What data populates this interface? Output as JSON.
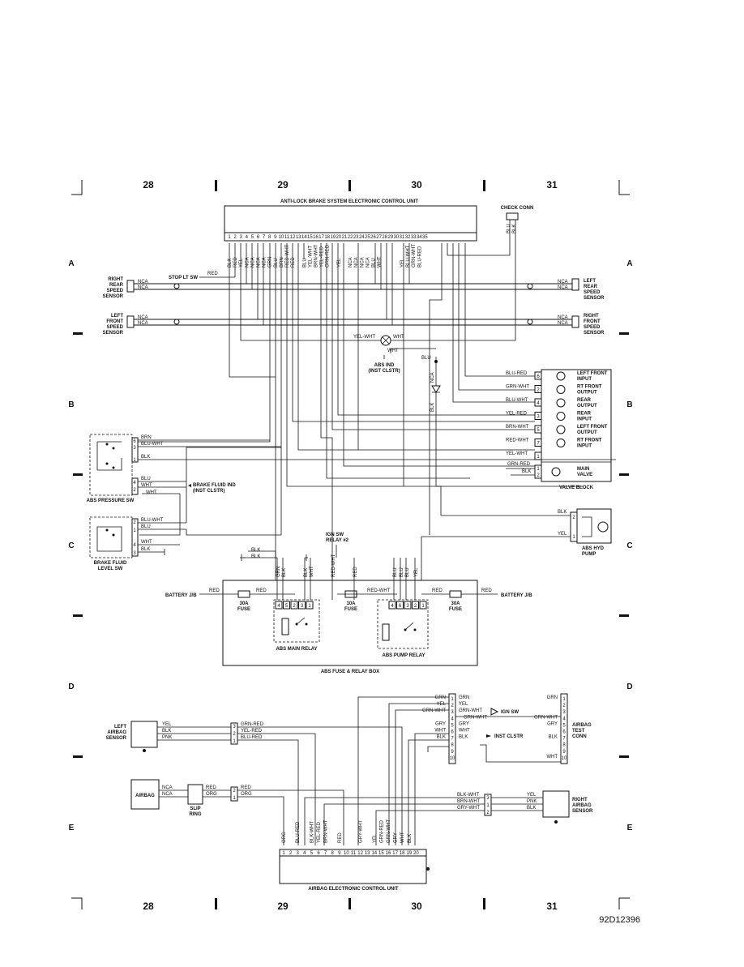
{
  "frame": {
    "zones": [
      "28",
      "29",
      "30",
      "31"
    ],
    "rows": [
      "A",
      "B",
      "C",
      "D",
      "E"
    ],
    "drawing_id": "92D12396"
  },
  "abs_ecu": {
    "title": "ANTI-LOCK BRAKE SYSTEM ELECTRONIC CONTROL UNIT",
    "pins": [
      "1",
      "2",
      "3",
      "4",
      "5",
      "6",
      "7",
      "8",
      "9",
      "10",
      "11",
      "12",
      "13",
      "14",
      "15",
      "16",
      "17",
      "18",
      "19",
      "20",
      "21",
      "22",
      "23",
      "24",
      "25",
      "26",
      "27",
      "28",
      "29",
      "30",
      "31",
      "32",
      "33",
      "34",
      "35"
    ],
    "wire_colors": [
      "BLK",
      "RED",
      "YEL",
      "NCA",
      "NCA",
      "NCA",
      "NCA",
      "GRN",
      "BLU",
      "BRN",
      "RED-WHT",
      "RED",
      "",
      "BLU",
      "YEL-WHT",
      "BRN-WHT",
      "YEL-RED",
      "GRN-RED",
      "",
      "YEL",
      "",
      "NCA",
      "NCA",
      "NCA",
      "NCA",
      "BLU",
      "WHT",
      "",
      "",
      "",
      "YEL",
      "BLU-WHT",
      "GRN-WHT",
      "BLU-RED",
      ""
    ]
  },
  "check_conn": {
    "label": "CHECK CONN",
    "wires": [
      "BLU",
      "BLK"
    ]
  },
  "sensors": {
    "right_rear": {
      "label": [
        "RIGHT",
        "REAR",
        "SPEED",
        "SENSOR"
      ],
      "wires": [
        "NCA",
        "NCA"
      ]
    },
    "left_front": {
      "label": [
        "LEFT",
        "FRONT",
        "SPEED",
        "SENSOR"
      ],
      "wires": [
        "NCA",
        "NCA"
      ]
    },
    "left_rear": {
      "label": [
        "LEFT",
        "REAR",
        "SPEED",
        "SENSOR"
      ],
      "wires": [
        "NCA",
        "NCA"
      ]
    },
    "right_front": {
      "label": [
        "RIGHT",
        "FRONT",
        "SPEED",
        "SENSOR"
      ],
      "wires": [
        "NCA",
        "NCA"
      ]
    }
  },
  "stop_lt_sw": {
    "label": "STOP LT SW",
    "wire": "RED"
  },
  "abs_ind": {
    "label": [
      "ABS IND",
      "(INST CLSTR)"
    ],
    "wires": [
      "YEL-WHT",
      "WHT",
      "WHT"
    ]
  },
  "blu_wire": "BLU",
  "nca_diode": "NCA",
  "blk_diode": "BLK",
  "valve_block": {
    "label": "VALVE BLOCK",
    "rows": [
      {
        "pin": "6",
        "wire": "BLU-RED",
        "name": [
          "LEFT FRONT",
          "INPUT"
        ]
      },
      {
        "pin": "2",
        "wire": "GRN-WHT",
        "name": [
          "RT FRONT",
          "OUTPUT"
        ]
      },
      {
        "pin": "4",
        "wire": "BLU-WHT",
        "name": [
          "REAR",
          "OUTPUT"
        ]
      },
      {
        "pin": "3",
        "wire": "YEL-RED",
        "name": [
          "REAR",
          "INPUT"
        ]
      },
      {
        "pin": "5",
        "wire": "BRN-WHT",
        "name": [
          "LEFT FRONT",
          "OUTPUT"
        ]
      },
      {
        "pin": "7",
        "wire": "RED-WHT",
        "name": [
          "RT FRONT",
          "INPUT"
        ]
      },
      {
        "pin": "1",
        "wire": "YEL-WHT",
        "name": []
      }
    ],
    "main_valve": {
      "pins": [
        "1",
        "2"
      ],
      "wires": [
        "GRN-RED",
        "BLK"
      ],
      "name": [
        "MAIN",
        "VALVE"
      ]
    }
  },
  "pressure_sw": {
    "label": "ABS PRESSURE SW",
    "pins": [
      "6",
      "3",
      "1",
      "4",
      "2"
    ],
    "wires": [
      "BRN",
      "BLU-WHT",
      "BLK",
      "BLU",
      "WHT",
      "WHT"
    ]
  },
  "brake_fluid_ind": {
    "label": [
      "BRAKE FLUID IND",
      "(INST CLSTR)"
    ]
  },
  "brake_fluid_level_sw": {
    "label": [
      "BRAKE FLUID",
      "LEVEL SW"
    ],
    "pins": [
      "2",
      "1",
      "4",
      "3"
    ],
    "wires": [
      "BLU-WHT",
      "BLU",
      "WHT",
      "BLK"
    ]
  },
  "hyd_pump": {
    "label": [
      "ABS HYD",
      "PUMP"
    ],
    "pins": [
      "2",
      "1"
    ],
    "wires": [
      "BLK",
      "YEL"
    ]
  },
  "ign_sw_relay": {
    "label": [
      "IGN SW",
      "RELAY #2"
    ]
  },
  "relay_box": {
    "label": "ABS FUSE & RELAY BOX",
    "battery_left": "BATTERY J/B",
    "battery_right": "BATTERY J/B",
    "fuse_left": [
      "30A",
      "FUSE"
    ],
    "fuse_mid": [
      "10A",
      "FUSE"
    ],
    "fuse_right": [
      "30A",
      "FUSE"
    ],
    "main_relay": "ABS MAIN RELAY",
    "pump_relay": "ABS PUMP RELAY",
    "main_pins": [
      "4",
      "5",
      "2",
      "3",
      "1"
    ],
    "pump_pins": [
      "4",
      "6",
      "3",
      "2",
      "1"
    ],
    "wires": [
      "RED",
      "RED",
      "RED-WHT",
      "RED",
      "GRN",
      "BLK",
      "BLK",
      "WHT",
      "RED-WHT",
      "RED",
      "BLU",
      "BLU",
      "BLU",
      "YEL",
      "BLK",
      "BLK"
    ]
  },
  "left_airbag_sensor": {
    "label": [
      "LEFT",
      "AIRBAG",
      "SENSOR"
    ],
    "wires": [
      "YEL",
      "BLK",
      "PNK"
    ],
    "pins": [
      "3",
      "2",
      "1"
    ],
    "out_wires": [
      "GRN-RED",
      "YEL-RED",
      "BLU-RED"
    ]
  },
  "airbag": {
    "label": "AIRBAG",
    "wires": [
      "NCA",
      "NCA"
    ],
    "slip_ring": [
      "SLIP",
      "RING"
    ],
    "out_wires": [
      "RED",
      "ORG"
    ],
    "pins": [
      "2",
      "1"
    ],
    "out_wires2": [
      "RED",
      "ORG"
    ]
  },
  "test_conn": {
    "label": [
      "AIRBAG",
      "TEST",
      "CONN"
    ],
    "pins": [
      "1",
      "2",
      "3",
      "4",
      "5",
      "6",
      "7",
      "8",
      "9",
      "10"
    ],
    "left_wires": [
      "GRN",
      "YEL",
      "GRN-WHT",
      "",
      "GRY",
      "WHT",
      "BLK",
      "",
      "",
      ""
    ],
    "mid_wires": [
      "GRN",
      "YEL",
      "GRN-WHT",
      "GRN-WHT",
      "GRY",
      "WHT",
      "BLK"
    ],
    "right_wires": [
      "GRN",
      "",
      "",
      "GRN-WHT",
      "GRY",
      "",
      "BLK",
      "",
      "",
      "WHT"
    ],
    "ign_sw": "IGN SW",
    "inst_clstr": "INST CLSTR"
  },
  "right_airbag_sensor": {
    "label": [
      "RIGHT",
      "AIRBAG",
      "SENSOR"
    ],
    "pins": [
      "3",
      "1",
      "2"
    ],
    "in_wires": [
      "BLK-WHT",
      "BRN-WHT",
      "GRY-WHT"
    ],
    "out_wires": [
      "YEL",
      "PNK",
      "BLK"
    ]
  },
  "airbag_ecu": {
    "title": "AIRBAG ELECTRONIC CONTROL UNIT",
    "pins": [
      "1",
      "2",
      "3",
      "4",
      "5",
      "6",
      "7",
      "8",
      "9",
      "10",
      "11",
      "12",
      "13",
      "14",
      "15",
      "16",
      "17",
      "18",
      "19",
      "20"
    ],
    "wire_colors": [
      "ORG",
      "",
      "BLU-RED",
      "",
      "BLK-WHT",
      "YEL-RED",
      "BRN-WHT",
      "",
      "RED",
      "",
      "",
      "GRY-WHT",
      "",
      "YEL",
      "GRN-RED",
      "GRN-WHT",
      "GRY",
      "WHT",
      "BLK",
      ""
    ]
  }
}
